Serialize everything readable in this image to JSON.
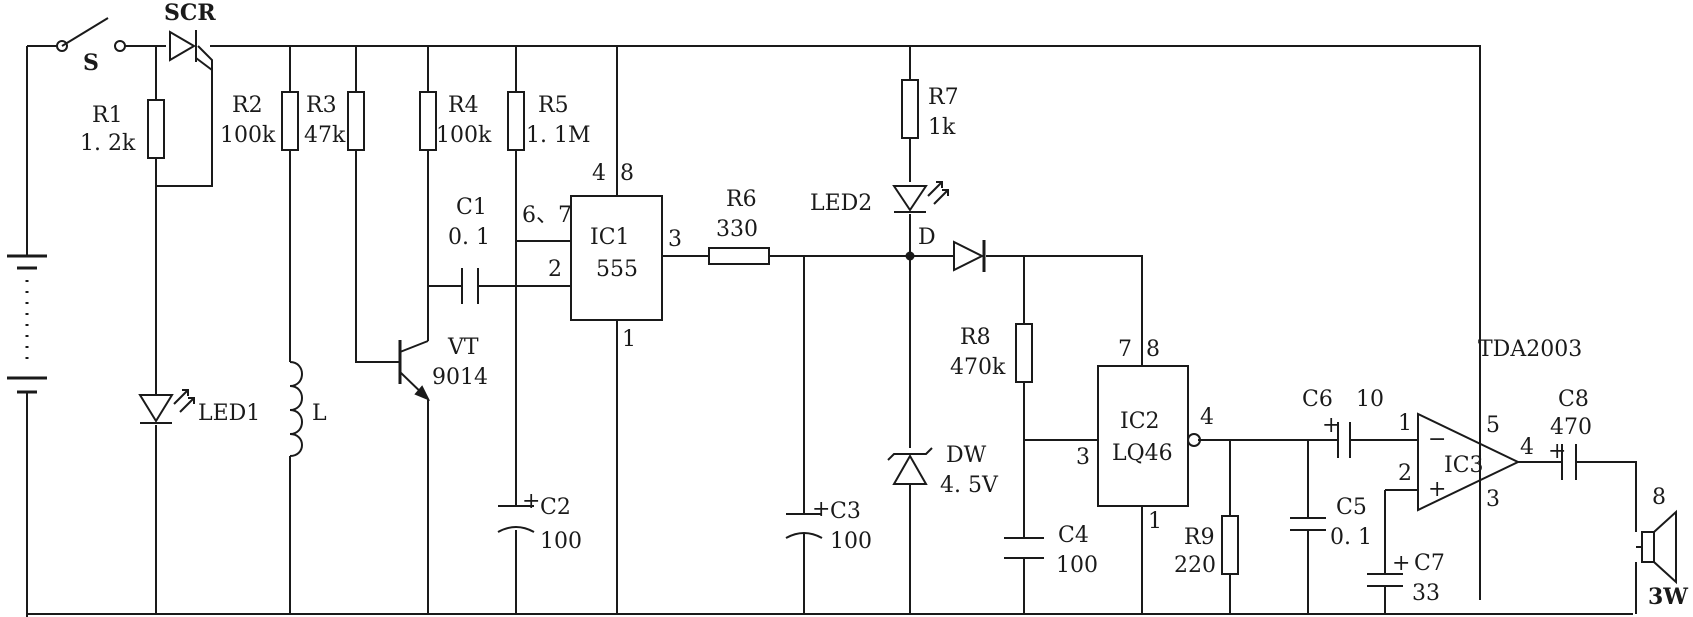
{
  "switch": {
    "label": "S"
  },
  "scr": {
    "label": "SCR"
  },
  "r1": {
    "name": "R1",
    "value": "1. 2k"
  },
  "r2": {
    "name": "R2",
    "value": "100k"
  },
  "r3": {
    "name": "R3",
    "value": "47k"
  },
  "r4": {
    "name": "R4",
    "value": "100k"
  },
  "r5": {
    "name": "R5",
    "value": "1. 1M"
  },
  "r6": {
    "name": "R6",
    "value": "330"
  },
  "r7": {
    "name": "R7",
    "value": "1k"
  },
  "r8": {
    "name": "R8",
    "value": "470k"
  },
  "r9": {
    "name": "R9",
    "value": "220"
  },
  "c1": {
    "name": "C1",
    "value": "0. 1"
  },
  "c2": {
    "name": "C2",
    "value": "100",
    "polarity": "+"
  },
  "c3": {
    "name": "C3",
    "value": "100",
    "polarity": "+"
  },
  "c4": {
    "name": "C4",
    "value": "100"
  },
  "c5": {
    "name": "C5",
    "value": "0. 1"
  },
  "c6": {
    "name": "C6",
    "value": "10",
    "polarity": "+"
  },
  "c7": {
    "name": "C7",
    "value": "33",
    "polarity": "+"
  },
  "c8": {
    "name": "C8",
    "value": "470",
    "polarity": "+"
  },
  "led1": {
    "label": "LED1"
  },
  "led2": {
    "label": "LED2"
  },
  "inductor": {
    "label": "L"
  },
  "transistor": {
    "name": "VT",
    "part": "9014"
  },
  "ic1": {
    "name": "IC1",
    "part": "555",
    "pin_top": "4  8",
    "pin_trig_thr": "6、7",
    "pin_trig": "2",
    "pin_out": "3",
    "pin_gnd": "1"
  },
  "node_d": {
    "label": "D"
  },
  "zener": {
    "name": "DW",
    "value": "4. 5V"
  },
  "ic2": {
    "name": "IC2",
    "part": "LQ46",
    "pin_top": "7  8",
    "pin_in": "3",
    "pin_out": "4",
    "pin_gnd": "1"
  },
  "ic3": {
    "name": "IC3",
    "part": "TDA2003",
    "pin_inv": "1",
    "pin_noninv": "2",
    "pin_vcc": "5",
    "pin_out": "4",
    "pin_gnd": "3",
    "minus": "−",
    "plus": "+"
  },
  "speaker": {
    "impedance": "8",
    "power": "3W"
  }
}
